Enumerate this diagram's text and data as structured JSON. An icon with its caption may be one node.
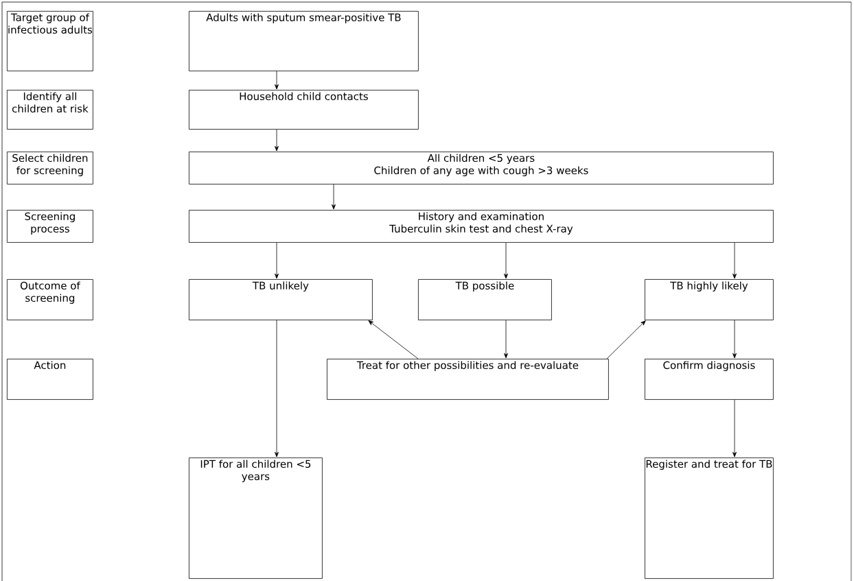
{
  "diagram": {
    "nodes": [
      {
        "text": [
          "Target group of infectious adults"
        ]
      },
      {
        "text": [
          "Adults with sputum smear-positive TB"
        ]
      },
      {
        "text": [
          "Identify all children at risk"
        ]
      },
      {
        "text": [
          "Household child contacts"
        ]
      },
      {
        "text": [
          "Select children for screening"
        ]
      },
      {
        "text": [
          "All children <5 years",
          "Children of any age with cough >3 weeks"
        ]
      },
      {
        "text": [
          "Screening process"
        ]
      },
      {
        "text": [
          "History and examination",
          "Tuberculin skin test and chest X-ray"
        ]
      },
      {
        "text": [
          "Outcome of screening"
        ]
      },
      {
        "text": [
          "TB unlikely"
        ]
      },
      {
        "text": [
          "TB possible"
        ]
      },
      {
        "text": [
          "TB highly likely"
        ]
      },
      {
        "text": [
          "Action"
        ]
      },
      {
        "text": [
          "Treat for other possibilities and re-evaluate"
        ]
      },
      {
        "text": [
          "Confirm diagnosis"
        ]
      },
      {
        "text": [
          "IPT for all children <5 years"
        ]
      },
      {
        "text": [
          "Register and treat for TB"
        ]
      }
    ],
    "edges": [
      {
        "from": 1,
        "to": 3,
        "arrow": "to"
      },
      {
        "from": 3,
        "to": 5,
        "arrow": "to"
      },
      {
        "from": 5,
        "to": 7,
        "arrow": "to"
      },
      {
        "from": 7,
        "to": 9,
        "arrow": "to"
      },
      {
        "from": 7,
        "to": 10,
        "arrow": "to"
      },
      {
        "from": 7,
        "to": 11,
        "arrow": "to"
      },
      {
        "from": 9,
        "to": 15,
        "arrow": "to"
      },
      {
        "from": 10,
        "to": 13,
        "arrow": "to"
      },
      {
        "from": 13,
        "to": 9,
        "arrow": "to"
      },
      {
        "from": 13,
        "to": 11,
        "arrow": "to"
      },
      {
        "from": 11,
        "to": 14,
        "arrow": "to"
      },
      {
        "from": 14,
        "to": 16,
        "arrow": "to"
      }
    ]
  }
}
